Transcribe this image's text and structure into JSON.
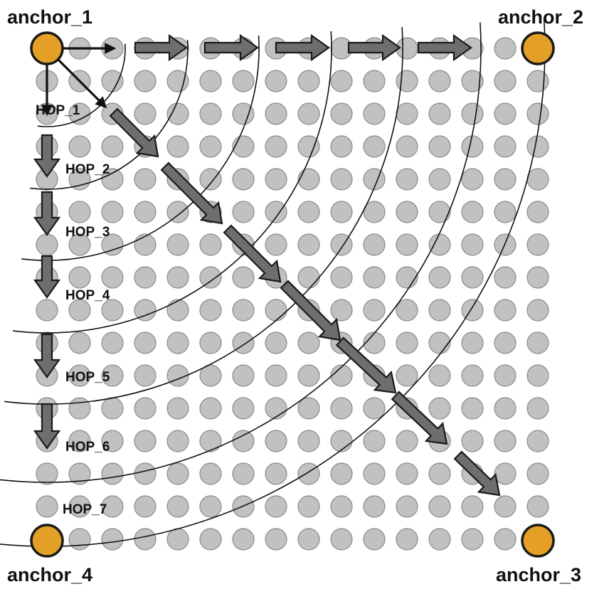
{
  "anchors": [
    {
      "id": "anchor_1",
      "label": "anchor_1"
    },
    {
      "id": "anchor_2",
      "label": "anchor_2"
    },
    {
      "id": "anchor_3",
      "label": "anchor_3"
    },
    {
      "id": "anchor_4",
      "label": "anchor_4"
    }
  ],
  "hops": [
    {
      "label": "HOP_1"
    },
    {
      "label": "HOP_2"
    },
    {
      "label": "HOP_3"
    },
    {
      "label": "HOP_4"
    },
    {
      "label": "HOP_5"
    },
    {
      "label": "HOP_6"
    },
    {
      "label": "HOP_7"
    }
  ],
  "grid": {
    "columns": 16,
    "rows": 16
  },
  "colors": {
    "node_fill": "#c0c1c2",
    "node_stroke": "#8a8b8c",
    "anchor_fill": "#e4a026",
    "arrow_fill": "#6d6e70",
    "line": "#111111"
  }
}
